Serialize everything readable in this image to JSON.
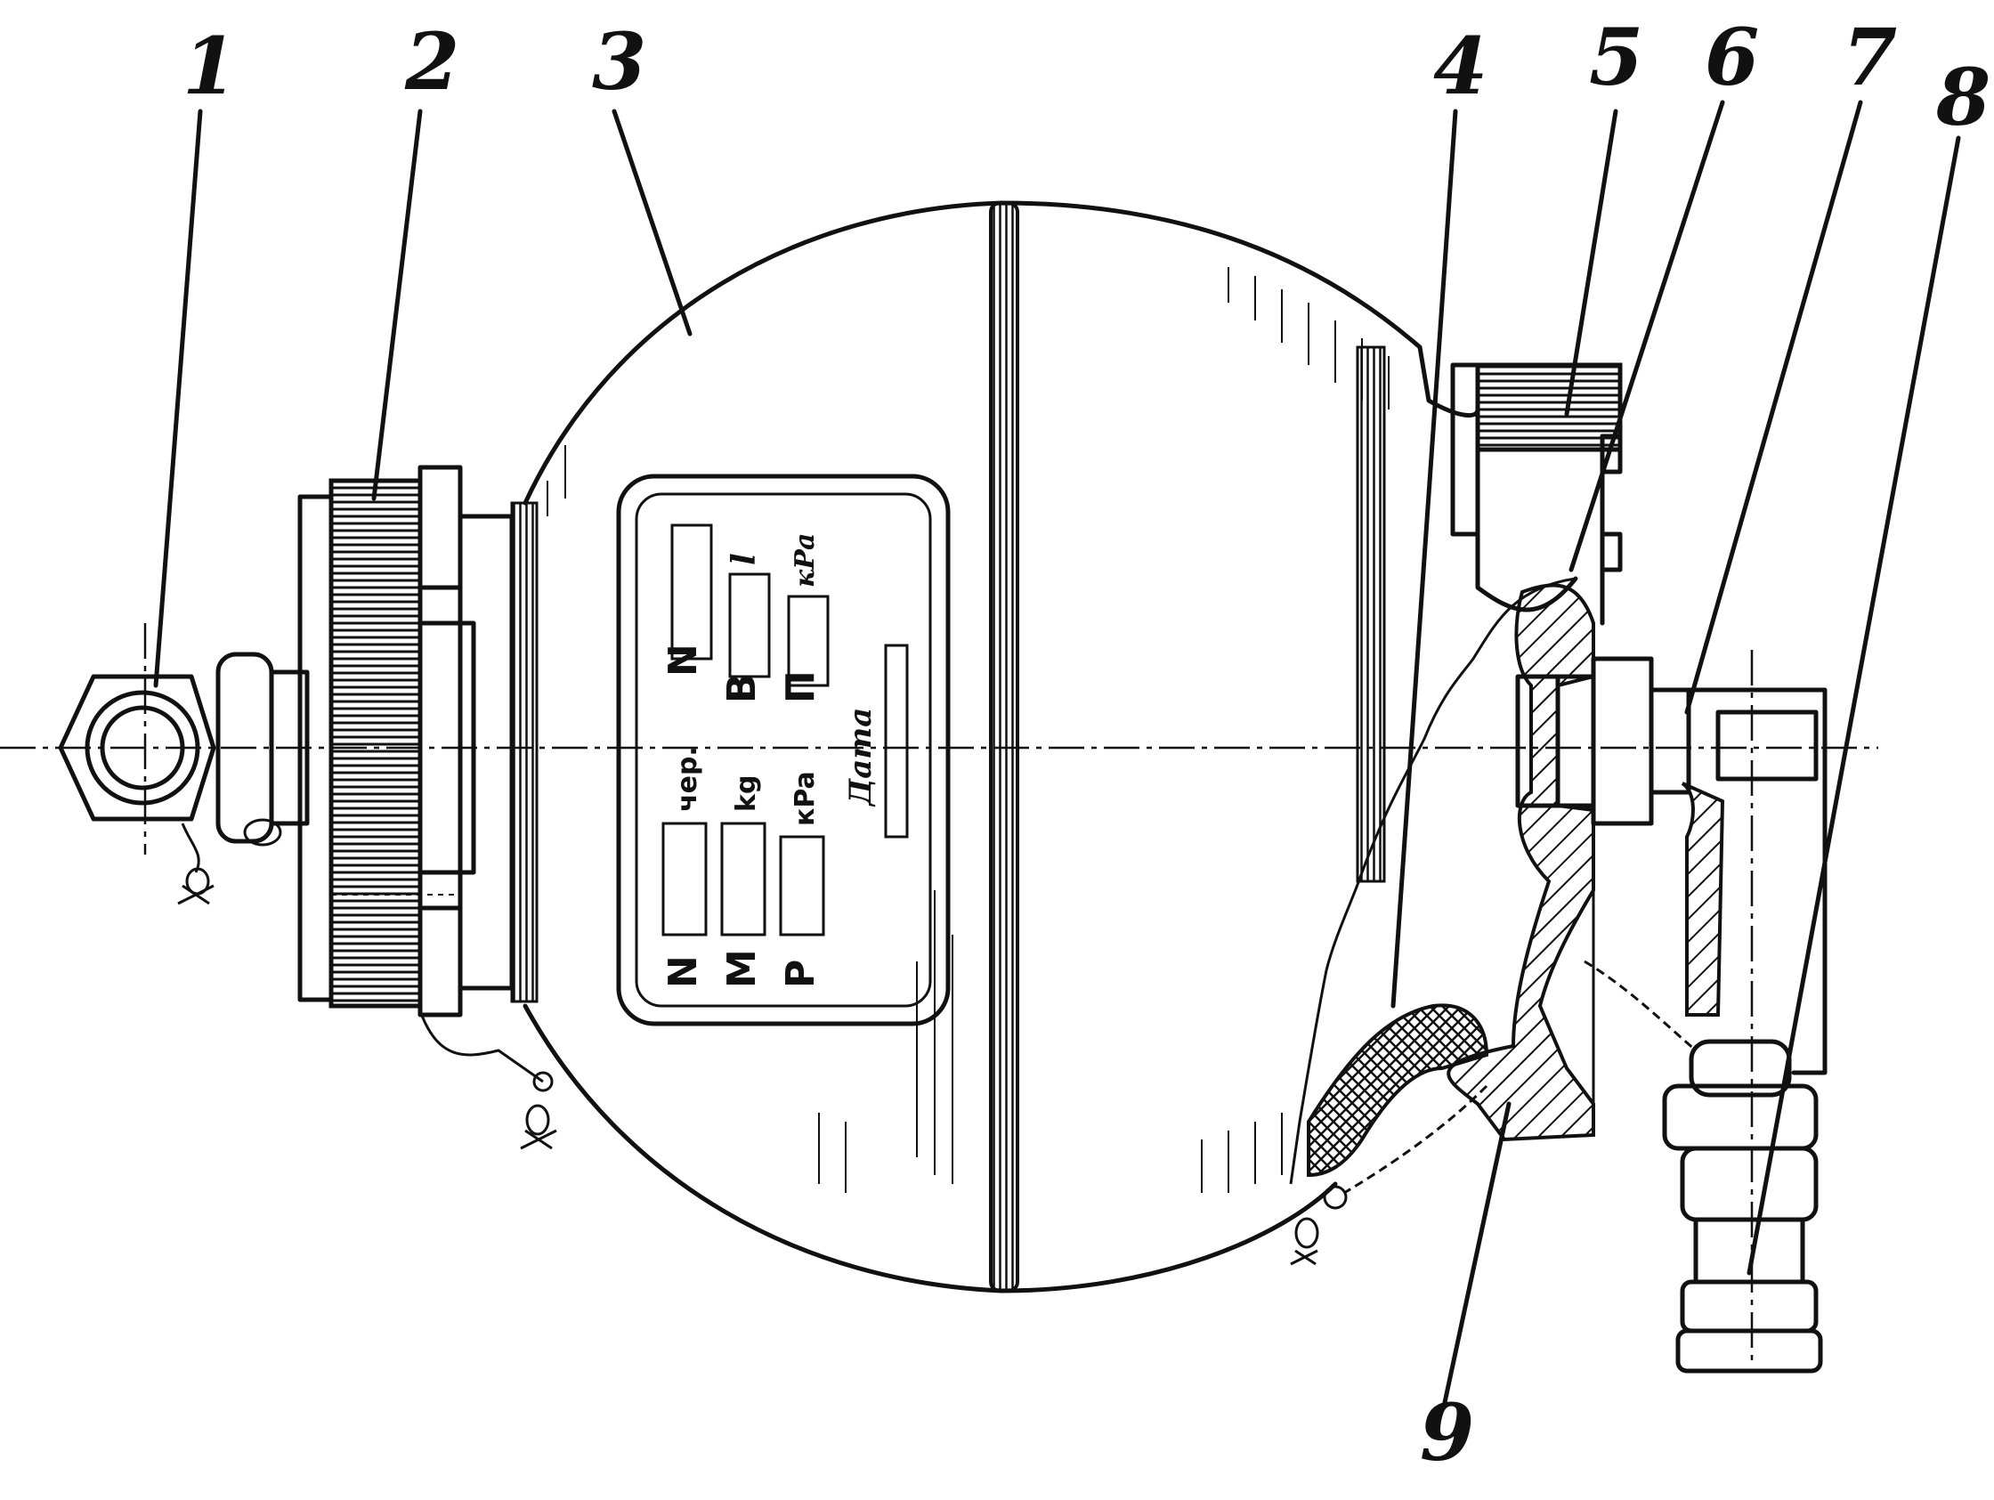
{
  "callouts": [
    "1",
    "2",
    "3",
    "4",
    "5",
    "6",
    "7",
    "8",
    "9"
  ],
  "plate": {
    "col1": [
      "N",
      "M",
      "P"
    ],
    "col1_units": [
      "чер.",
      "kg",
      "кPa"
    ],
    "col2_letters": [
      "N",
      "B",
      "П"
    ],
    "col2_units": [
      "l",
      "кPa"
    ],
    "date_label": "Дата"
  },
  "colors": {
    "ink": "#111111",
    "paper": "#ffffff"
  }
}
